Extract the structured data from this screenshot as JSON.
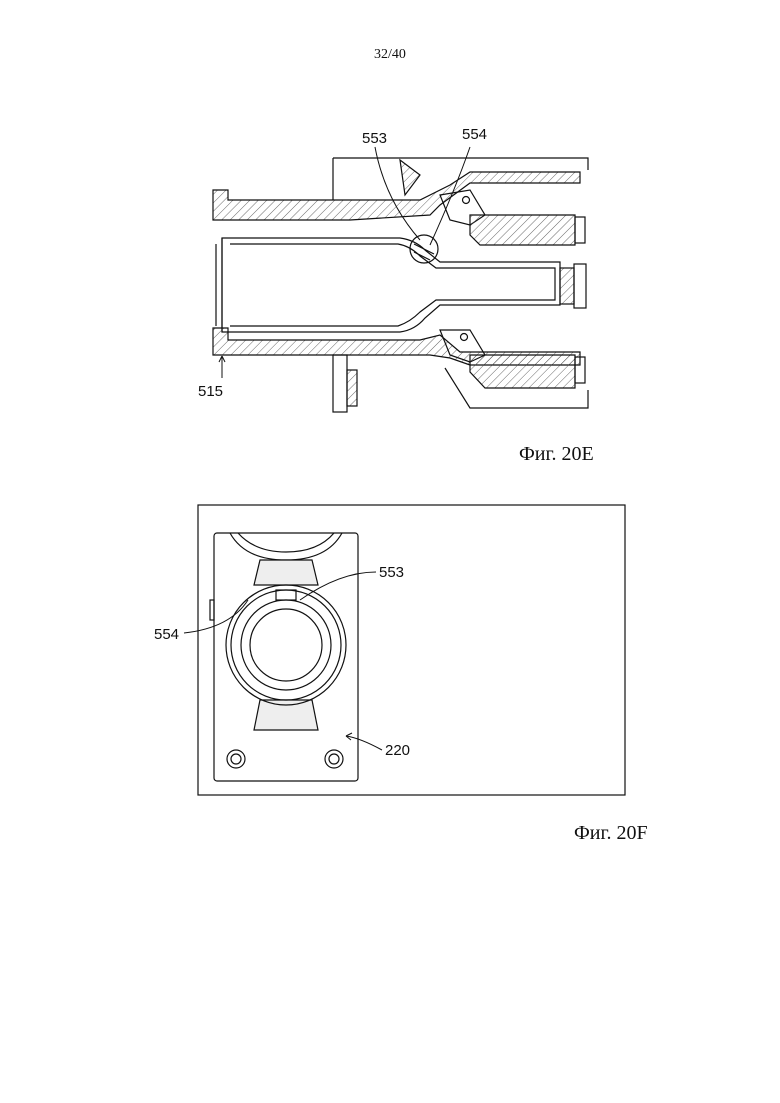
{
  "page_number": "32/40",
  "figure_e": {
    "caption": "Фиг. 20E",
    "labels": {
      "l553": "553",
      "l554": "554",
      "l515": "515"
    }
  },
  "figure_f": {
    "caption": "Фиг. 20F",
    "labels": {
      "l553": "553",
      "l554": "554",
      "l220": "220"
    }
  }
}
